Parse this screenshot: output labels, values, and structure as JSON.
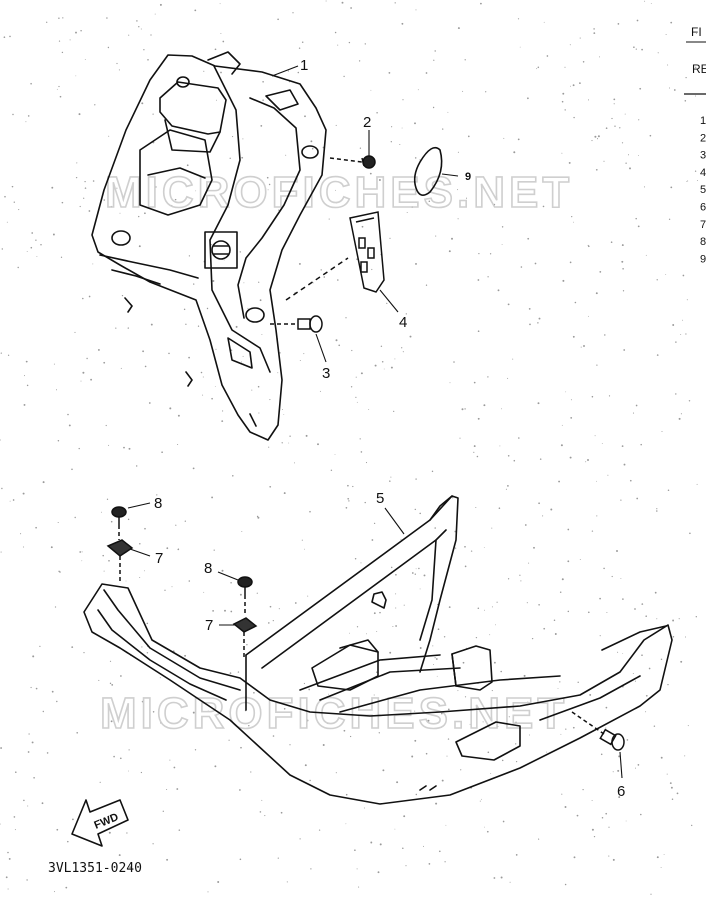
{
  "watermark": "MICROFICHES.NET",
  "document_code": "3VL1351-0240",
  "fwd_label": "FWD",
  "right_column": {
    "header_top": "FI",
    "header_sub": "RE",
    "ref_numbers": [
      "1",
      "2",
      "3",
      "4",
      "5",
      "6",
      "7",
      "8",
      "9"
    ]
  },
  "callouts": {
    "c1": "1",
    "c2": "2",
    "c3": "3",
    "c4": "4",
    "c5": "5",
    "c6": "6",
    "c7a": "7",
    "c7b": "7",
    "c8a": "8",
    "c8b": "8",
    "c9": "9"
  }
}
